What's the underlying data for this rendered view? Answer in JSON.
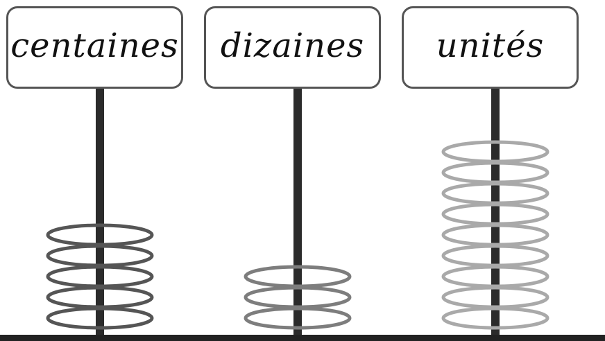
{
  "columns": [
    {
      "label": "centaines",
      "count": 5,
      "ring_color": "#555555"
    },
    {
      "label": "dizaines",
      "count": 3,
      "ring_color": "#7d7d7d"
    },
    {
      "label": "unités",
      "count": 9,
      "ring_color": "#a9a9a9"
    }
  ],
  "colors": {
    "rod": "#2b2b2b",
    "base": "#222222",
    "box_border": "#555555",
    "text": "#111111"
  }
}
